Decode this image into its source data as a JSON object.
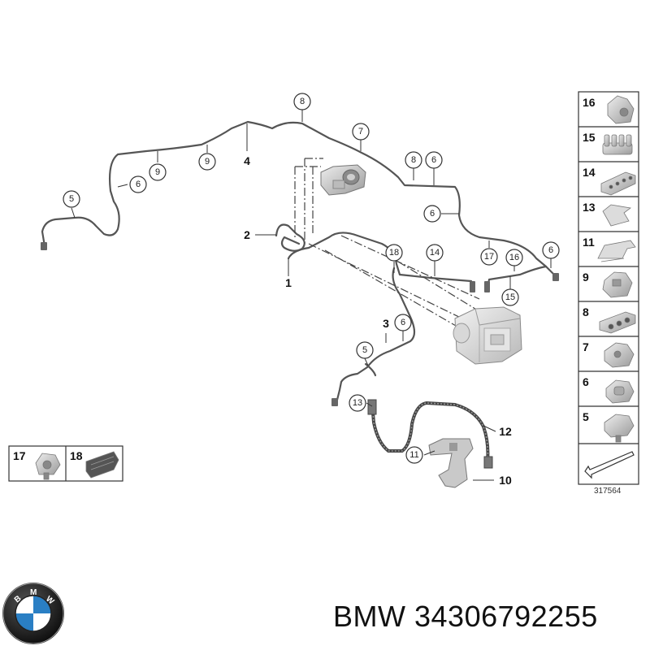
{
  "diagram": {
    "reference_number": "317564",
    "callouts": {
      "c5a": "5",
      "c6a": "6",
      "c9a": "9",
      "c9b": "9",
      "c4": "4",
      "c8a": "8",
      "c7a": "7",
      "c8b": "8",
      "c6b": "6",
      "c6c": "6",
      "c2": "2",
      "c1": "1",
      "c18": "18",
      "c14": "14",
      "c17": "17",
      "c16": "16",
      "c6d": "6",
      "c15": "15",
      "c3": "3",
      "c6e": "6",
      "c5b": "5",
      "c13": "13",
      "c12": "12",
      "c11": "11",
      "c10": "10"
    },
    "legend_right": [
      "16",
      "15",
      "14",
      "13",
      "11",
      "9",
      "8",
      "7",
      "6",
      "5"
    ],
    "legend_bottom": [
      "17",
      "18"
    ]
  },
  "logo": {
    "letters": "BMW",
    "blue": "#2a7fc4",
    "white": "#ffffff",
    "ring": "#111111"
  },
  "part": {
    "brand": "BMW",
    "number": "34306792255"
  }
}
